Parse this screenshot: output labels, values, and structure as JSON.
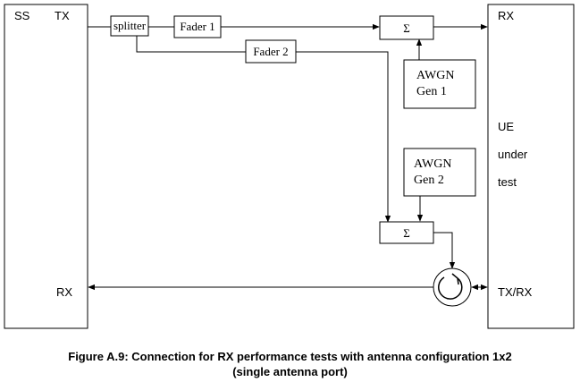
{
  "ss_block": {
    "title": "SS",
    "tx_label": "TX",
    "rx_label": "RX"
  },
  "ue_block": {
    "rx_label": "RX",
    "line1": "UE",
    "line2": "under",
    "line3": "test",
    "txrx_label": "TX/RX"
  },
  "splitter_label": "splitter",
  "fader1_label": "Fader 1",
  "fader2_label": "Fader 2",
  "combiner1_symbol": "Σ",
  "combiner2_symbol": "Σ",
  "awgn1": {
    "line1": "AWGN",
    "line2": "Gen 1"
  },
  "awgn2": {
    "line1": "AWGN",
    "line2": "Gen 2"
  },
  "caption": {
    "line1": "Figure A.9: Connection for RX performance tests with antenna configuration 1x2",
    "line2": "(single antenna port)"
  }
}
